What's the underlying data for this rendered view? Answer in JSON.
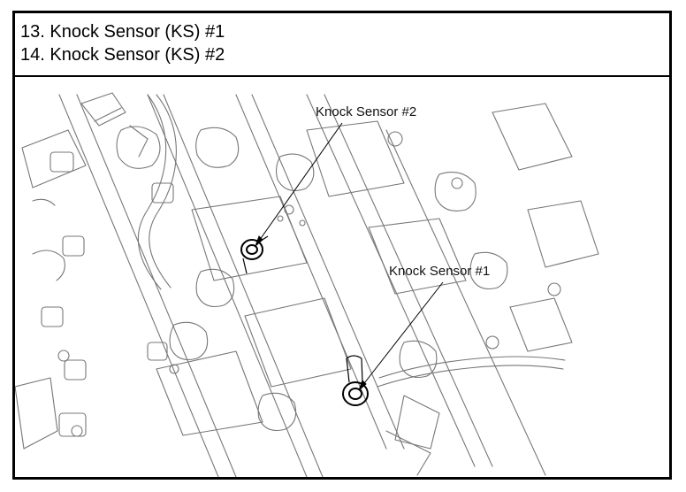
{
  "legend": {
    "items": [
      "13. Knock Sensor (KS) #1",
      "14. Knock Sensor (KS) #2"
    ]
  },
  "figure": {
    "labels": {
      "sensor_2": "Knock Sensor #2",
      "sensor_1": "Knock Sensor #1"
    }
  }
}
